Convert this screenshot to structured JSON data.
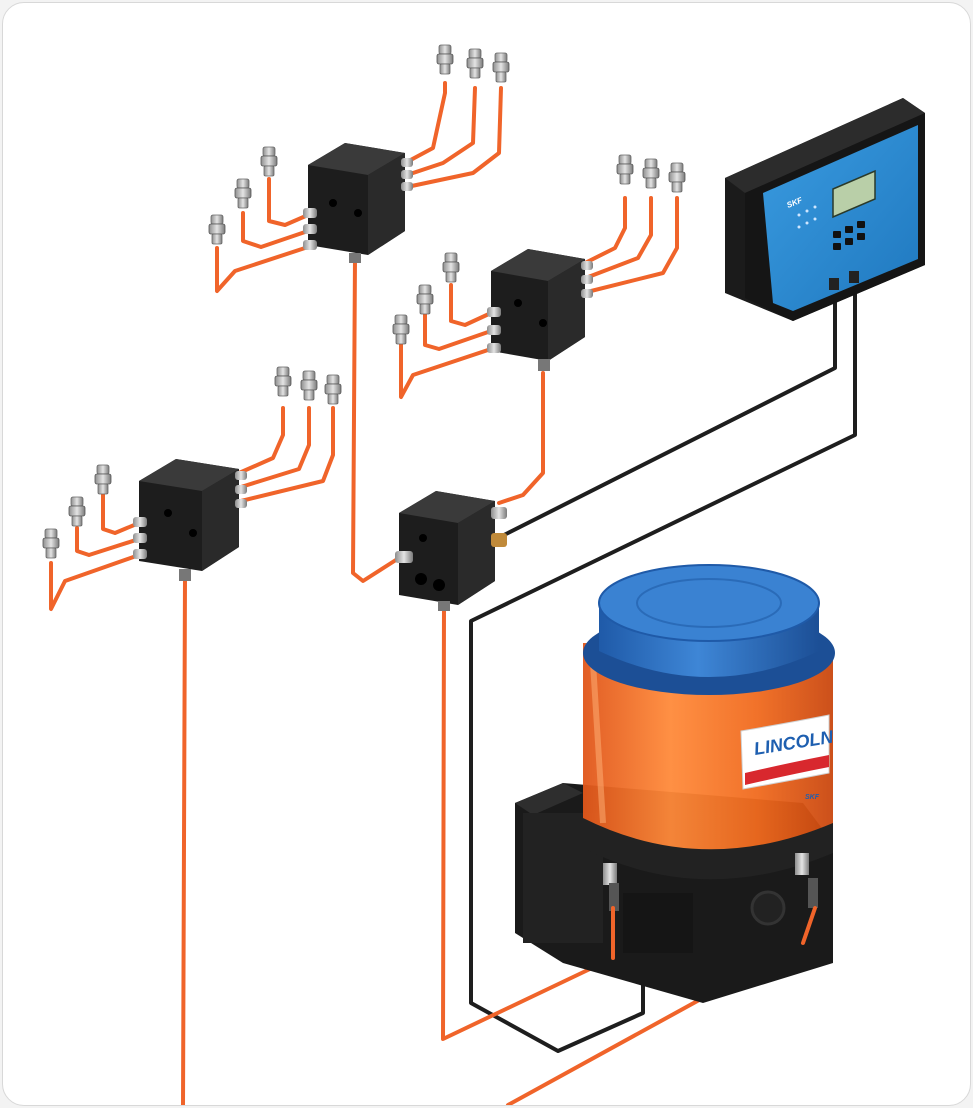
{
  "colors": {
    "tubing": "#f0642a",
    "cable": "#1e1e1e",
    "reservoir": "#f06a1e",
    "lid": "#2d6fc0",
    "controller_face": "#2f8fd3",
    "block": "#1d1d1d"
  },
  "controller": {
    "brand": "SKF"
  },
  "pump": {
    "brand": "LINCOLN",
    "badge": "SKF"
  }
}
